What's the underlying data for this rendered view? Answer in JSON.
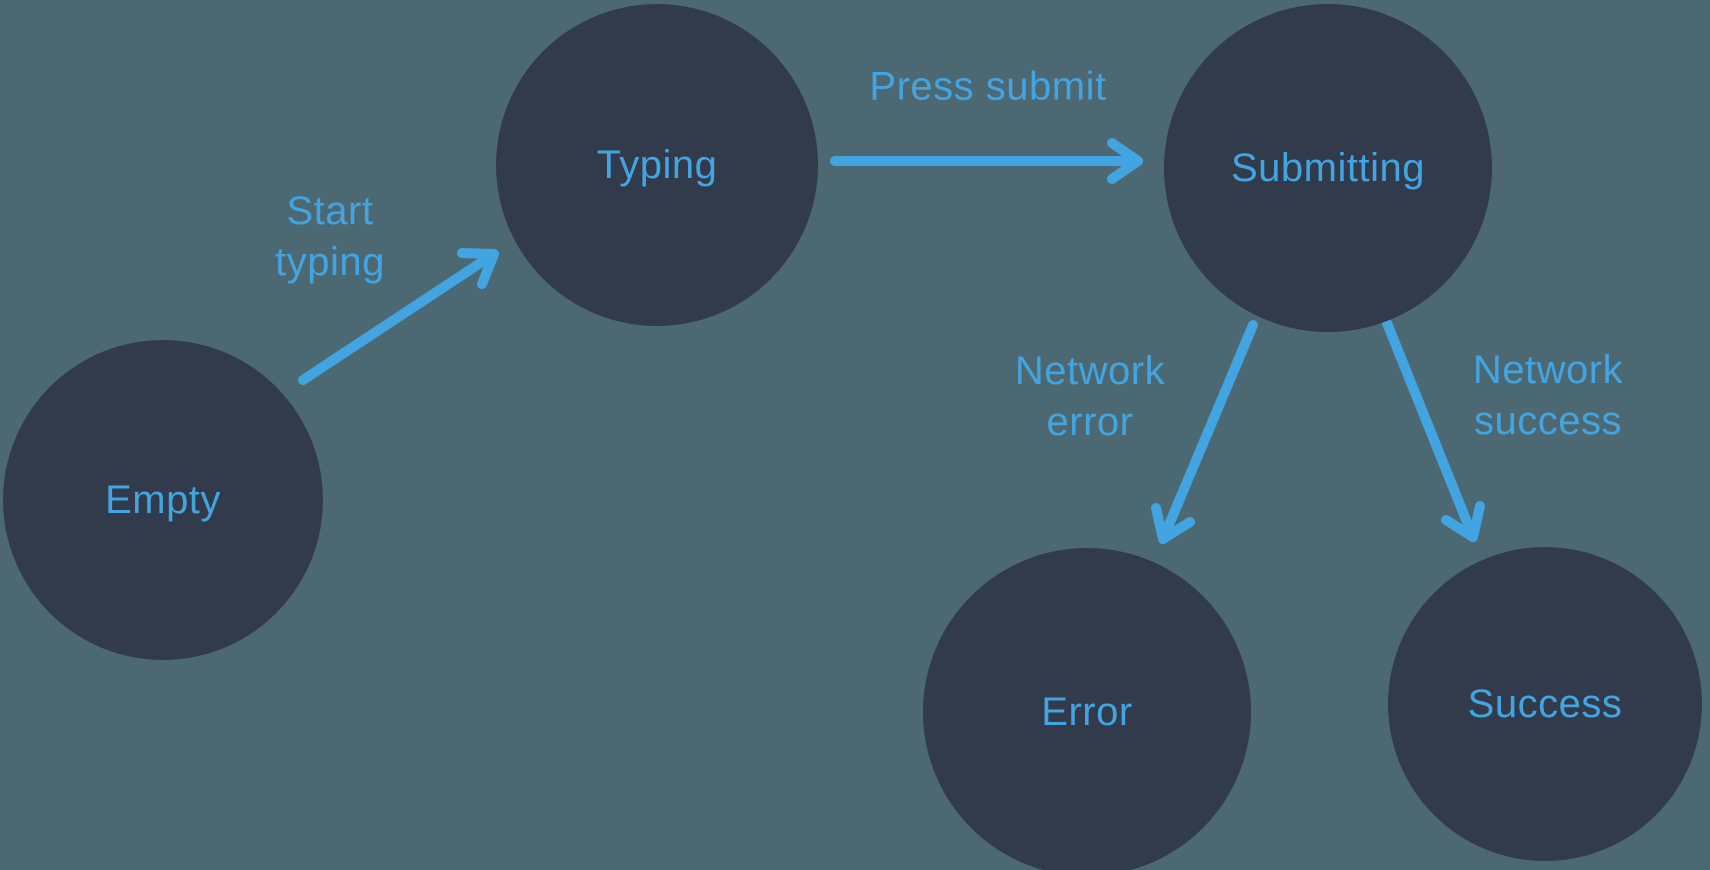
{
  "diagram": {
    "type": "state-machine",
    "colors": {
      "background": "#4C6973",
      "node_fill": "#313B4B",
      "accent": "#42A4E0"
    },
    "nodes": [
      {
        "id": "empty",
        "label": "Empty"
      },
      {
        "id": "typing",
        "label": "Typing"
      },
      {
        "id": "submitting",
        "label": "Submitting"
      },
      {
        "id": "error",
        "label": "Error"
      },
      {
        "id": "success",
        "label": "Success"
      }
    ],
    "edges": [
      {
        "from": "empty",
        "to": "typing",
        "label": "Start typing",
        "label_lines": [
          "Start",
          "typing"
        ]
      },
      {
        "from": "typing",
        "to": "submitting",
        "label": "Press submit",
        "label_lines": [
          "Press submit"
        ]
      },
      {
        "from": "submitting",
        "to": "error",
        "label": "Network error",
        "label_lines": [
          "Network",
          "error"
        ]
      },
      {
        "from": "submitting",
        "to": "success",
        "label": "Network success",
        "label_lines": [
          "Network",
          "success"
        ]
      }
    ]
  }
}
